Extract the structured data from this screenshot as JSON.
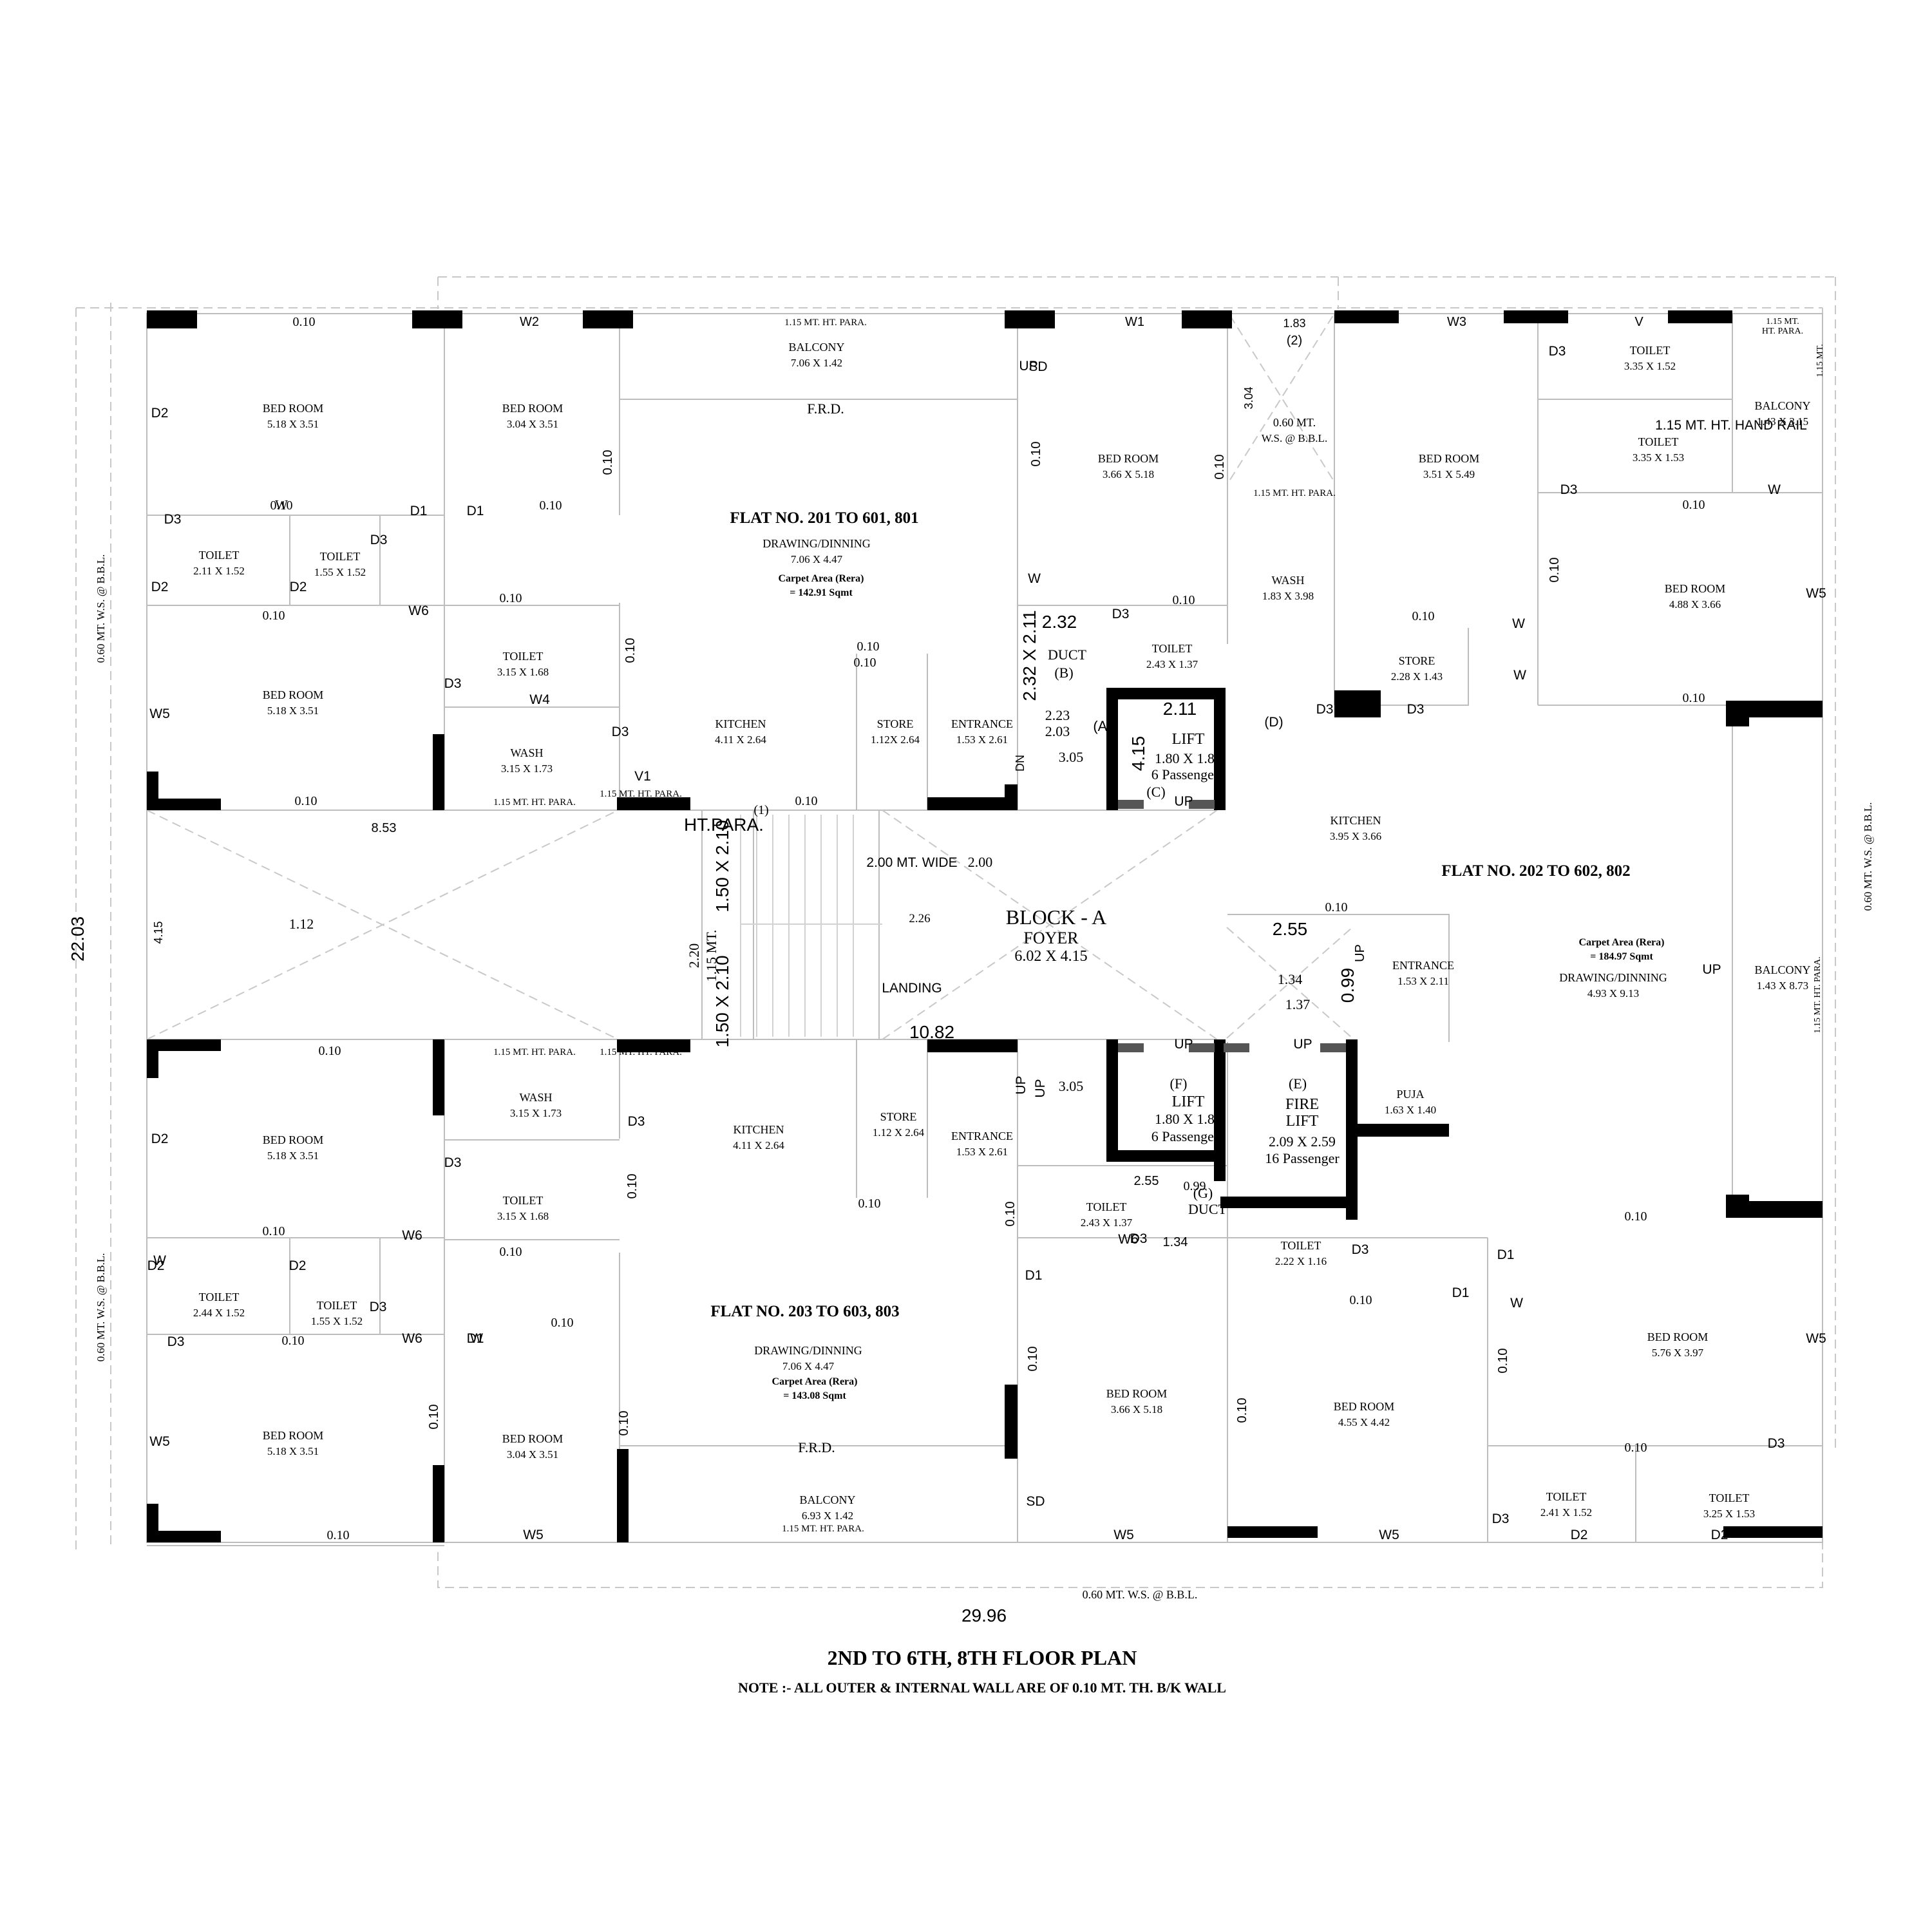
{
  "colors": {
    "magenta": "#e000e0",
    "red": "#e60000",
    "wall": "#000000",
    "grid": "#bdbdbd"
  },
  "title": "2ND TO 6TH, 8TH  FLOOR PLAN",
  "note": "NOTE :- ALL OUTER & INTERNAL WALL ARE OF 0.10 MT. TH. B/K WALL",
  "flats": {
    "f201": {
      "name": "FLAT NO. 201 TO 601, 801",
      "carpet": "Carpet Area (Rera)",
      "area": "= 142.91 Sqmt"
    },
    "f202": {
      "name": "FLAT NO. 202 TO 602, 802",
      "carpet": "Carpet Area (Rera)",
      "area": "= 184.97 Sqmt"
    },
    "f203": {
      "name": "FLAT NO. 203 TO 603, 803",
      "carpet": "Carpet Area (Rera)",
      "area": "= 143.08 Sqmt"
    }
  },
  "block": {
    "name": "BLOCK - A",
    "foyer": "FOYER",
    "foyer_size": "6.02 X 4.15"
  },
  "rooms": [
    {
      "n": "BED ROOM",
      "s": "5.18 X 3.51"
    },
    {
      "n": "BED ROOM",
      "s": "3.04 X 3.51"
    },
    {
      "n": "BALCONY",
      "s": "7.06 X 1.42"
    },
    {
      "n": "TOILET",
      "s": "2.11 X 1.52"
    },
    {
      "n": "TOILET",
      "s": "1.55 X 1.52"
    },
    {
      "n": "DRAWING/DINNING",
      "s": "7.06 X 4.47"
    },
    {
      "n": "BED ROOM",
      "s": "5.18 X 3.51"
    },
    {
      "n": "TOILET",
      "s": "3.15 X 1.68"
    },
    {
      "n": "WASH",
      "s": "3.15 X 1.73"
    },
    {
      "n": "KITCHEN",
      "s": "4.11 X 2.64"
    },
    {
      "n": "STORE",
      "s": "1.12X 2.64"
    },
    {
      "n": "ENTRANCE",
      "s": "1.53 X 2.61"
    },
    {
      "n": "BED ROOM",
      "s": "3.66 X 5.18"
    },
    {
      "n": "TOILET",
      "s": "2.43 X 1.37"
    },
    {
      "n": "WASH",
      "s": "1.83 X 3.98"
    },
    {
      "n": "0.60 MT.",
      "s": "W.S. @ B.B.L."
    },
    {
      "n": "BED ROOM",
      "s": "3.51 X 5.49"
    },
    {
      "n": "TOILET",
      "s": "3.35 X 1.52"
    },
    {
      "n": "TOILET",
      "s": "3.35 X 1.53"
    },
    {
      "n": "BALCONY",
      "s": "1.43 X 3.15"
    },
    {
      "n": "BED ROOM",
      "s": "4.88 X 3.66"
    },
    {
      "n": "STORE",
      "s": "2.28 X 1.43"
    },
    {
      "n": "KITCHEN",
      "s": "3.95 X 3.66"
    },
    {
      "n": "DRAWING/DINNING",
      "s": "4.93 X 9.13"
    },
    {
      "n": "ENTRANCE",
      "s": "1.53 X 2.11"
    },
    {
      "n": "PUJA",
      "s": "1.63 X 1.40"
    },
    {
      "n": "BALCONY",
      "s": "1.43 X 8.73"
    },
    {
      "n": "BED ROOM",
      "s": "5.76 X 3.97"
    },
    {
      "n": "BED ROOM",
      "s": "4.55 X 4.42"
    },
    {
      "n": "TOILET",
      "s": "2.22 X 1.16"
    },
    {
      "n": "TOILET",
      "s": "2.41 X 1.52"
    },
    {
      "n": "TOILET",
      "s": "3.25 X 1.53"
    },
    {
      "n": "BED ROOM",
      "s": "5.18 X 3.51"
    },
    {
      "n": "WASH",
      "s": "3.15 X 1.73"
    },
    {
      "n": "TOILET",
      "s": "3.15 X 1.68"
    },
    {
      "n": "KITCHEN",
      "s": "4.11 X 2.64"
    },
    {
      "n": "STORE",
      "s": "1.12 X 2.64"
    },
    {
      "n": "ENTRANCE",
      "s": "1.53 X 2.61"
    },
    {
      "n": "TOILET",
      "s": "2.44 X 1.52"
    },
    {
      "n": "TOILET",
      "s": "1.55 X 1.52"
    },
    {
      "n": "DRAWING/DINNING",
      "s": "7.06 X 4.47"
    },
    {
      "n": "BED ROOM",
      "s": "5.18 X 3.51"
    },
    {
      "n": "BED ROOM",
      "s": "3.04 X 3.51"
    },
    {
      "n": "BALCONY",
      "s": "6.93 X 1.42"
    },
    {
      "n": "BED ROOM",
      "s": "3.66 X 5.18"
    },
    {
      "n": "TOILET",
      "s": "2.43 X 1.37"
    }
  ],
  "lifts": {
    "c": {
      "t": "LIFT",
      "s": "1.80 X 1.80",
      "p": "6 Passenger",
      "id": "(C)"
    },
    "f": {
      "id": "(F)",
      "t": "LIFT",
      "s": "1.80 X 1.83",
      "p": "6 Passenger"
    },
    "e": {
      "id": "(E)",
      "t1": "FIRE",
      "t2": "LIFT",
      "s": "2.09 X 2.59",
      "p": "16 Passenger"
    },
    "duct_b": {
      "t": "DUCT",
      "id": "(B)"
    },
    "duct_g": {
      "id": "(G)",
      "t": "DUCT"
    }
  },
  "ws": {
    "v": "0.60 MT. W.S. @ B.B.L.",
    "h": "0.60 MT. W.S. @ B.B.L."
  },
  "dims": {
    "width": "29.96",
    "height": "22.03",
    "d853": "8.53",
    "d415": "4.15",
    "d1082": "10.82"
  },
  "misc": [
    "0.10",
    "W2",
    "W1",
    "W3",
    "V",
    "1.15 MT. HT. PARA.",
    "1.15 MT.",
    "HT. PARA.",
    "1.83",
    "(2)",
    "3.04",
    "SD",
    "F.R.D.",
    "D3",
    "D1",
    "D2",
    "W",
    "W6",
    "W4",
    "W5",
    "V1",
    "DN",
    "UP",
    "(A)",
    "(1)",
    "(D)",
    "1.15 MT. HT. HAND RAIL",
    "2.00 MT. WIDE",
    "LANDING",
    "2.00",
    "1.12",
    "1.37",
    "2.26",
    "2.20",
    "1.15 MT.",
    "HT.PARA.",
    "1.50 X 2.10",
    "2.32",
    "2.32 X 2.11",
    "2.11",
    "4.15",
    "2.23",
    "2.03",
    "3.05",
    "2.55",
    "1.34",
    "0.99"
  ]
}
